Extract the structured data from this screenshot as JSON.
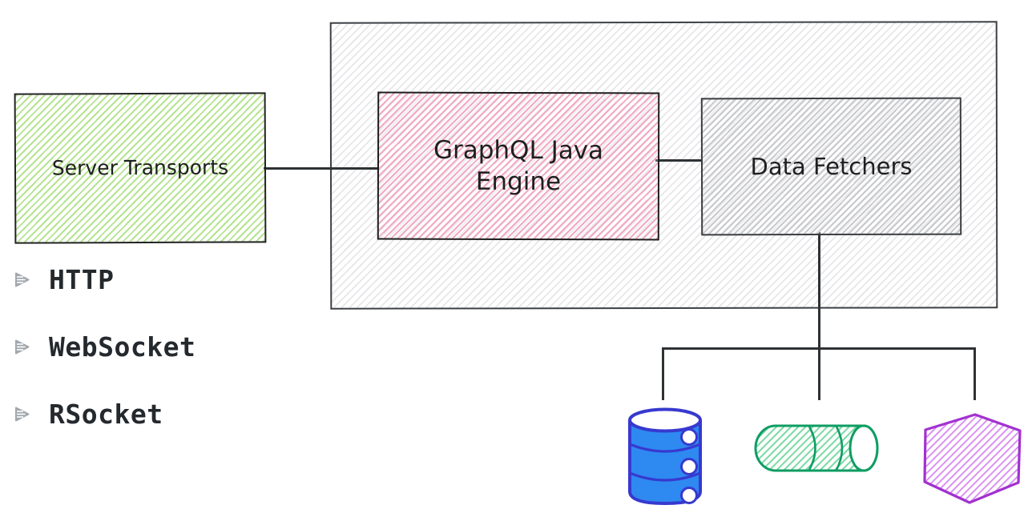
{
  "diagram": {
    "nodes": {
      "server_transports": {
        "label": "Server Transports"
      },
      "engine": {
        "label": "GraphQL Java Engine"
      },
      "data_fetchers": {
        "label": "Data Fetchers"
      }
    },
    "transports": {
      "items": [
        {
          "label": "HTTP"
        },
        {
          "label": "WebSocket"
        },
        {
          "label": "RSocket"
        }
      ]
    },
    "datasources": {
      "items": [
        {
          "icon": "database-cylinder-icon"
        },
        {
          "icon": "pipe-cylinder-icon"
        },
        {
          "icon": "hexagon-icon"
        }
      ]
    }
  },
  "colors": {
    "green-hatch": "#b5e491",
    "pink-hatch": "#f3a9c3",
    "gray-hatch": "#c9cace",
    "outer-hatch": "#e7e7ea",
    "outer-border": "#3c4045",
    "db-fill": "#2e89f0",
    "db-stroke": "#3739cf",
    "cyl-stroke": "#0f9d63",
    "cyl-hatch": "#7ad9a2",
    "hex-stroke": "#a232cf",
    "hex-hatch": "#d98df2",
    "bullet-gray": "#a3a8ae"
  }
}
